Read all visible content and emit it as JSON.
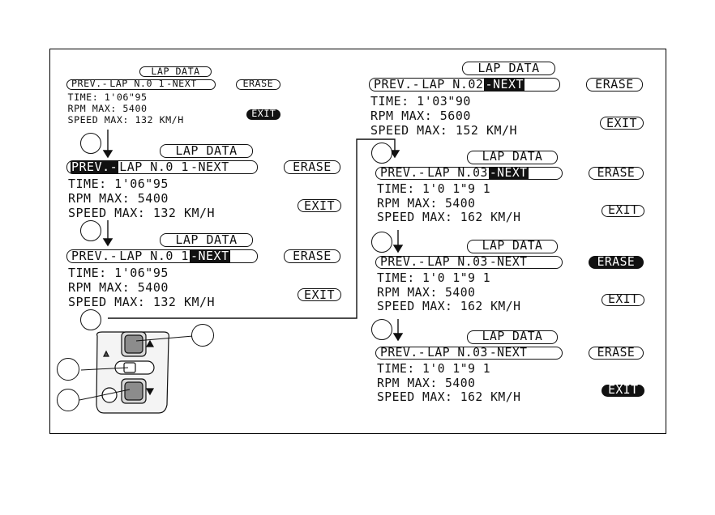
{
  "labels": {
    "lap_data": "LAP DATA",
    "erase": "ERASE",
    "exit": "EXIT",
    "prev": "PREV.-",
    "next": "-NEXT",
    "time_label": "TIME:",
    "rpm_label": "RPM MAX:",
    "speed_label": "SPEED MAX:"
  },
  "screens": [
    {
      "lap": "LAP N.0 1",
      "time": "1'06\"95",
      "rpm": "5400",
      "speed": "132 KM/H",
      "highlight": "none",
      "erase_inverted": false,
      "exit_inverted": true
    },
    {
      "lap": "LAP N.0 1",
      "time": "1'06\"95",
      "rpm": "5400",
      "speed": "132 KM/H",
      "highlight": "prev",
      "erase_inverted": false,
      "exit_inverted": false
    },
    {
      "lap": "LAP N.0 1",
      "time": "1'06\"95",
      "rpm": "5400",
      "speed": "132 KM/H",
      "highlight": "next",
      "erase_inverted": false,
      "exit_inverted": false
    },
    {
      "lap": "LAP N.02",
      "time": "1'03\"90",
      "rpm": "5600",
      "speed": "152 KM/H",
      "highlight": "next",
      "erase_inverted": false,
      "exit_inverted": false
    },
    {
      "lap": "LAP N.03",
      "time": "1'0 1\"9 1",
      "rpm": "5400",
      "speed": "162 KM/H",
      "highlight": "next",
      "erase_inverted": false,
      "exit_inverted": false
    },
    {
      "lap": "LAP N.03",
      "time": "1'0 1\"9 1",
      "rpm": "5400",
      "speed": "162 KM/H",
      "highlight": "none",
      "erase_inverted": true,
      "exit_inverted": false
    },
    {
      "lap": "LAP N.03",
      "time": "1'0 1\"9 1",
      "rpm": "5400",
      "speed": "162 KM/H",
      "highlight": "none",
      "erase_inverted": false,
      "exit_inverted": true
    }
  ],
  "colors": {
    "ink": "#111111",
    "paper": "#ffffff",
    "switch_gray": "#8c8c8c",
    "switch_light": "#d8d8d8"
  }
}
